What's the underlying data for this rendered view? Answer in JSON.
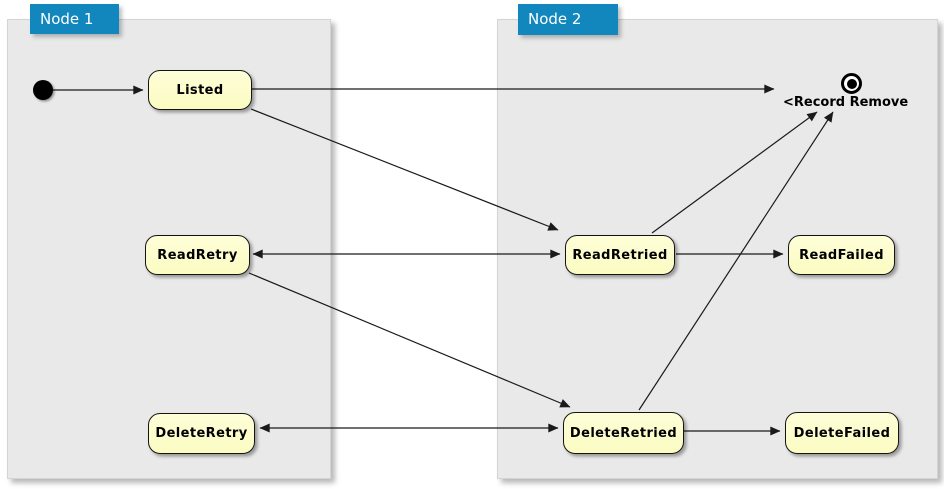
{
  "diagram": {
    "type": "state-diagram",
    "packages": [
      {
        "id": "node1",
        "title": "Node 1"
      },
      {
        "id": "node2",
        "title": "Node 2"
      }
    ],
    "states": {
      "listed": "Listed",
      "read_retry": "ReadRetry",
      "read_retried": "ReadRetried",
      "read_failed": "ReadFailed",
      "delete_retry": "DeleteRetry",
      "delete_retried": "DeleteRetried",
      "delete_failed": "DeleteFailed"
    },
    "final_state_label": "<Record Remove",
    "transitions": [
      {
        "from": "initial",
        "to": "Listed"
      },
      {
        "from": "Listed",
        "to": "Record Remove (final)"
      },
      {
        "from": "Listed",
        "to": "ReadRetried"
      },
      {
        "from": "ReadRetried",
        "to": "ReadRetry"
      },
      {
        "from": "ReadRetry",
        "to": "ReadRetried"
      },
      {
        "from": "ReadRetried",
        "to": "ReadFailed"
      },
      {
        "from": "ReadRetried",
        "to": "Record Remove (final)"
      },
      {
        "from": "ReadRetry",
        "to": "DeleteRetried"
      },
      {
        "from": "DeleteRetried",
        "to": "DeleteRetry"
      },
      {
        "from": "DeleteRetry",
        "to": "DeleteRetried"
      },
      {
        "from": "DeleteRetried",
        "to": "DeleteFailed"
      },
      {
        "from": "DeleteRetried",
        "to": "Record Remove (final)"
      }
    ],
    "colors": {
      "package_header": "#1287be",
      "package_header_text": "#ffffff",
      "package_fill": "#e9e9e9",
      "state_fill": "#fdfdce",
      "state_border": "#141414",
      "edge": "#1a1a1a",
      "background": "#ffffff"
    }
  }
}
